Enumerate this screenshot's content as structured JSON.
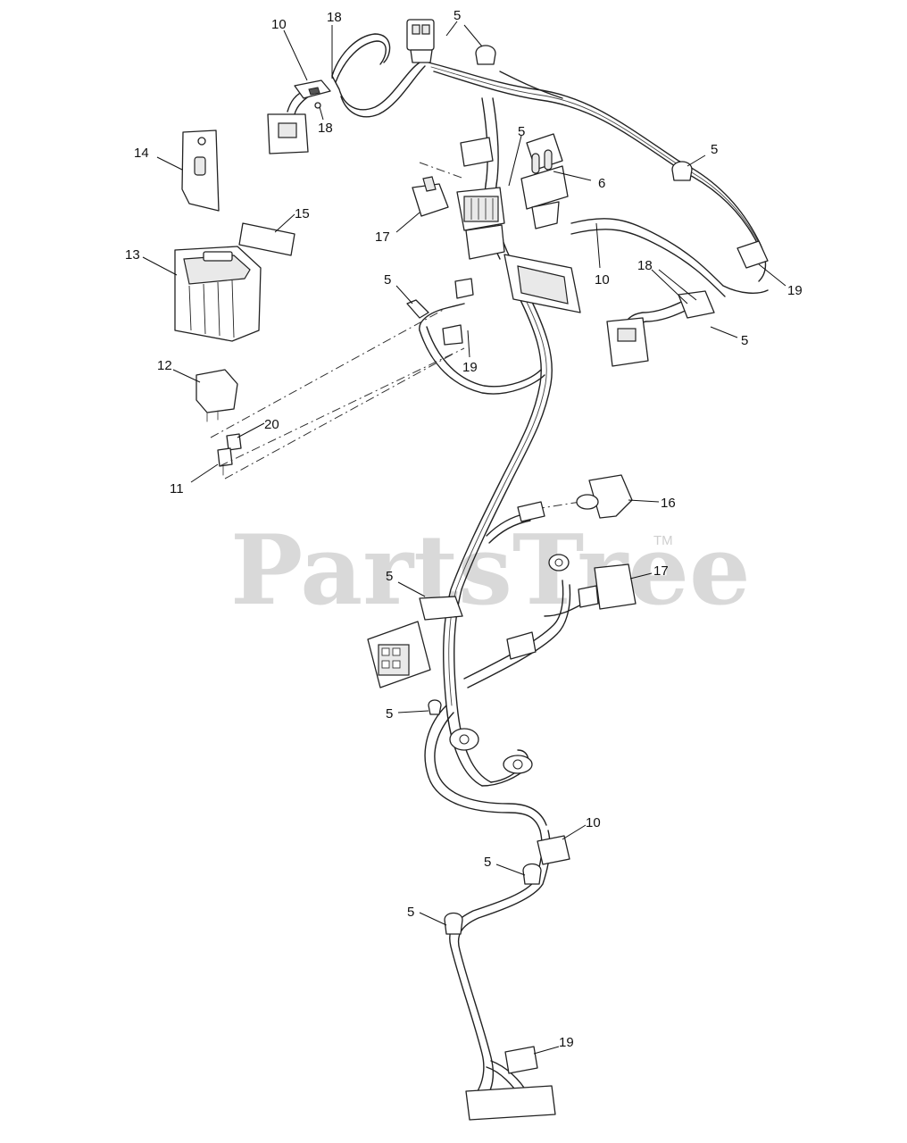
{
  "watermark": {
    "text": "PartsTree",
    "trademark": "TM"
  },
  "callouts": [
    {
      "id": "c1",
      "label": "10"
    },
    {
      "id": "c2",
      "label": "18"
    },
    {
      "id": "c3",
      "label": "18"
    },
    {
      "id": "c4",
      "label": "5"
    },
    {
      "id": "c5",
      "label": "14"
    },
    {
      "id": "c6",
      "label": "15"
    },
    {
      "id": "c7",
      "label": "13"
    },
    {
      "id": "c8",
      "label": "5"
    },
    {
      "id": "c9",
      "label": "6"
    },
    {
      "id": "c10",
      "label": "17"
    },
    {
      "id": "c11",
      "label": "5"
    },
    {
      "id": "c12",
      "label": "10"
    },
    {
      "id": "c13",
      "label": "19"
    },
    {
      "id": "c14",
      "label": "18"
    },
    {
      "id": "c15",
      "label": "5"
    },
    {
      "id": "c16",
      "label": "5"
    },
    {
      "id": "c17",
      "label": "19"
    },
    {
      "id": "c18",
      "label": "12"
    },
    {
      "id": "c19",
      "label": "20"
    },
    {
      "id": "c20",
      "label": "11"
    },
    {
      "id": "c21",
      "label": "16"
    },
    {
      "id": "c22",
      "label": "17"
    },
    {
      "id": "c23",
      "label": "5"
    },
    {
      "id": "c24",
      "label": "5"
    },
    {
      "id": "c25",
      "label": "10"
    },
    {
      "id": "c26",
      "label": "5"
    },
    {
      "id": "c27",
      "label": "5"
    },
    {
      "id": "c28",
      "label": "19"
    }
  ]
}
